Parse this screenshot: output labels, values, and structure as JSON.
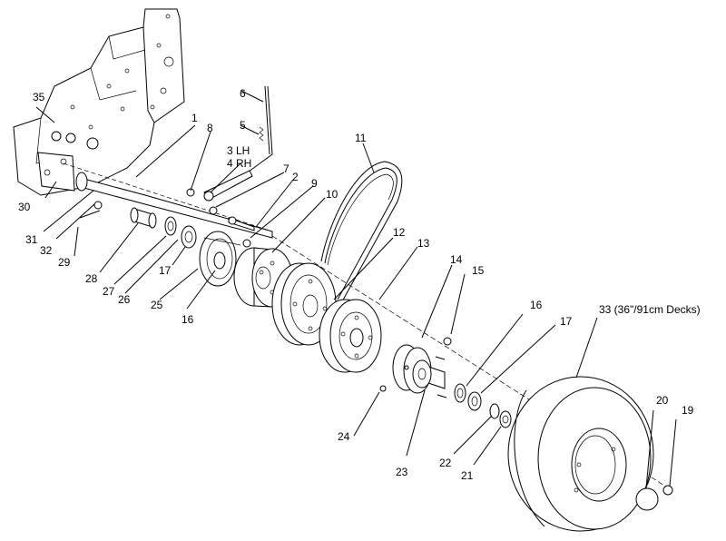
{
  "callouts": {
    "c1": "1",
    "c2": "2",
    "c3": "3 LH",
    "c4": "4 RH",
    "c5": "5",
    "c6": "6",
    "c7": "7",
    "c8": "8",
    "c9": "9",
    "c10": "10",
    "c11": "11",
    "c12": "12",
    "c13": "13",
    "c14": "14",
    "c15": "15",
    "c16a": "16",
    "c16b": "16",
    "c17a": "17",
    "c17b": "17",
    "c19": "19",
    "c20": "20",
    "c21": "21",
    "c22": "22",
    "c23": "23",
    "c24": "24",
    "c25": "25",
    "c26": "26",
    "c27": "27",
    "c28": "28",
    "c29": "29",
    "c30": "30",
    "c31": "31",
    "c32": "32",
    "c33": "33 (36\"/91cm Decks)",
    "c35": "35"
  }
}
